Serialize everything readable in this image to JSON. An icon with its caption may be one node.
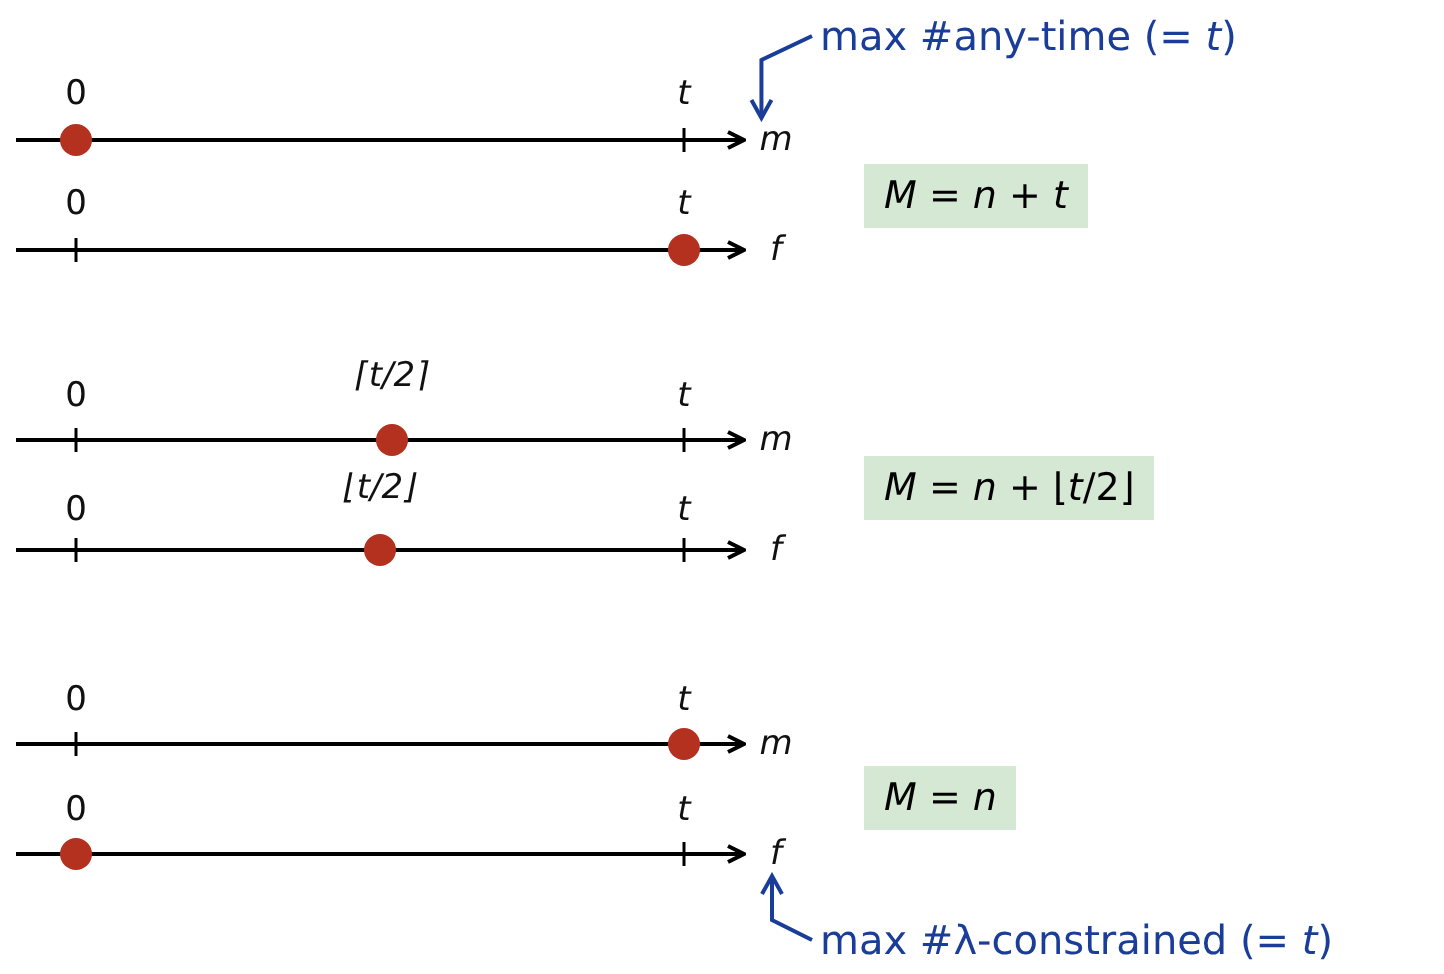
{
  "diagram": {
    "nodes": [
      {
        "text": [
          "*M* = *n* + *t*"
        ]
      },
      {
        "text": [
          "*M* = *n* + ⌊*t*/2⌋"
        ]
      },
      {
        "text": [
          "*M* = *n*"
        ]
      },
      {
        "text": [
          "max #any-time (= *t*)"
        ]
      },
      {
        "text": [
          "max #λ-constrained (= *t*)"
        ]
      },
      {
        "text": [
          "m"
        ]
      },
      {
        "text": [
          "f"
        ]
      }
    ],
    "edges": [
      {
        "from": 3,
        "to": 5,
        "arrow": "to"
      },
      {
        "from": 4,
        "to": 6,
        "arrow": "to"
      }
    ],
    "labels": [
      "0",
      "t",
      "0",
      "t",
      "f",
      "0",
      "⌈t/2⌉",
      "t",
      "m",
      "0",
      "⌊t/2⌋",
      "t",
      "f",
      "0",
      "t",
      "m",
      "0",
      "t"
    ]
  }
}
